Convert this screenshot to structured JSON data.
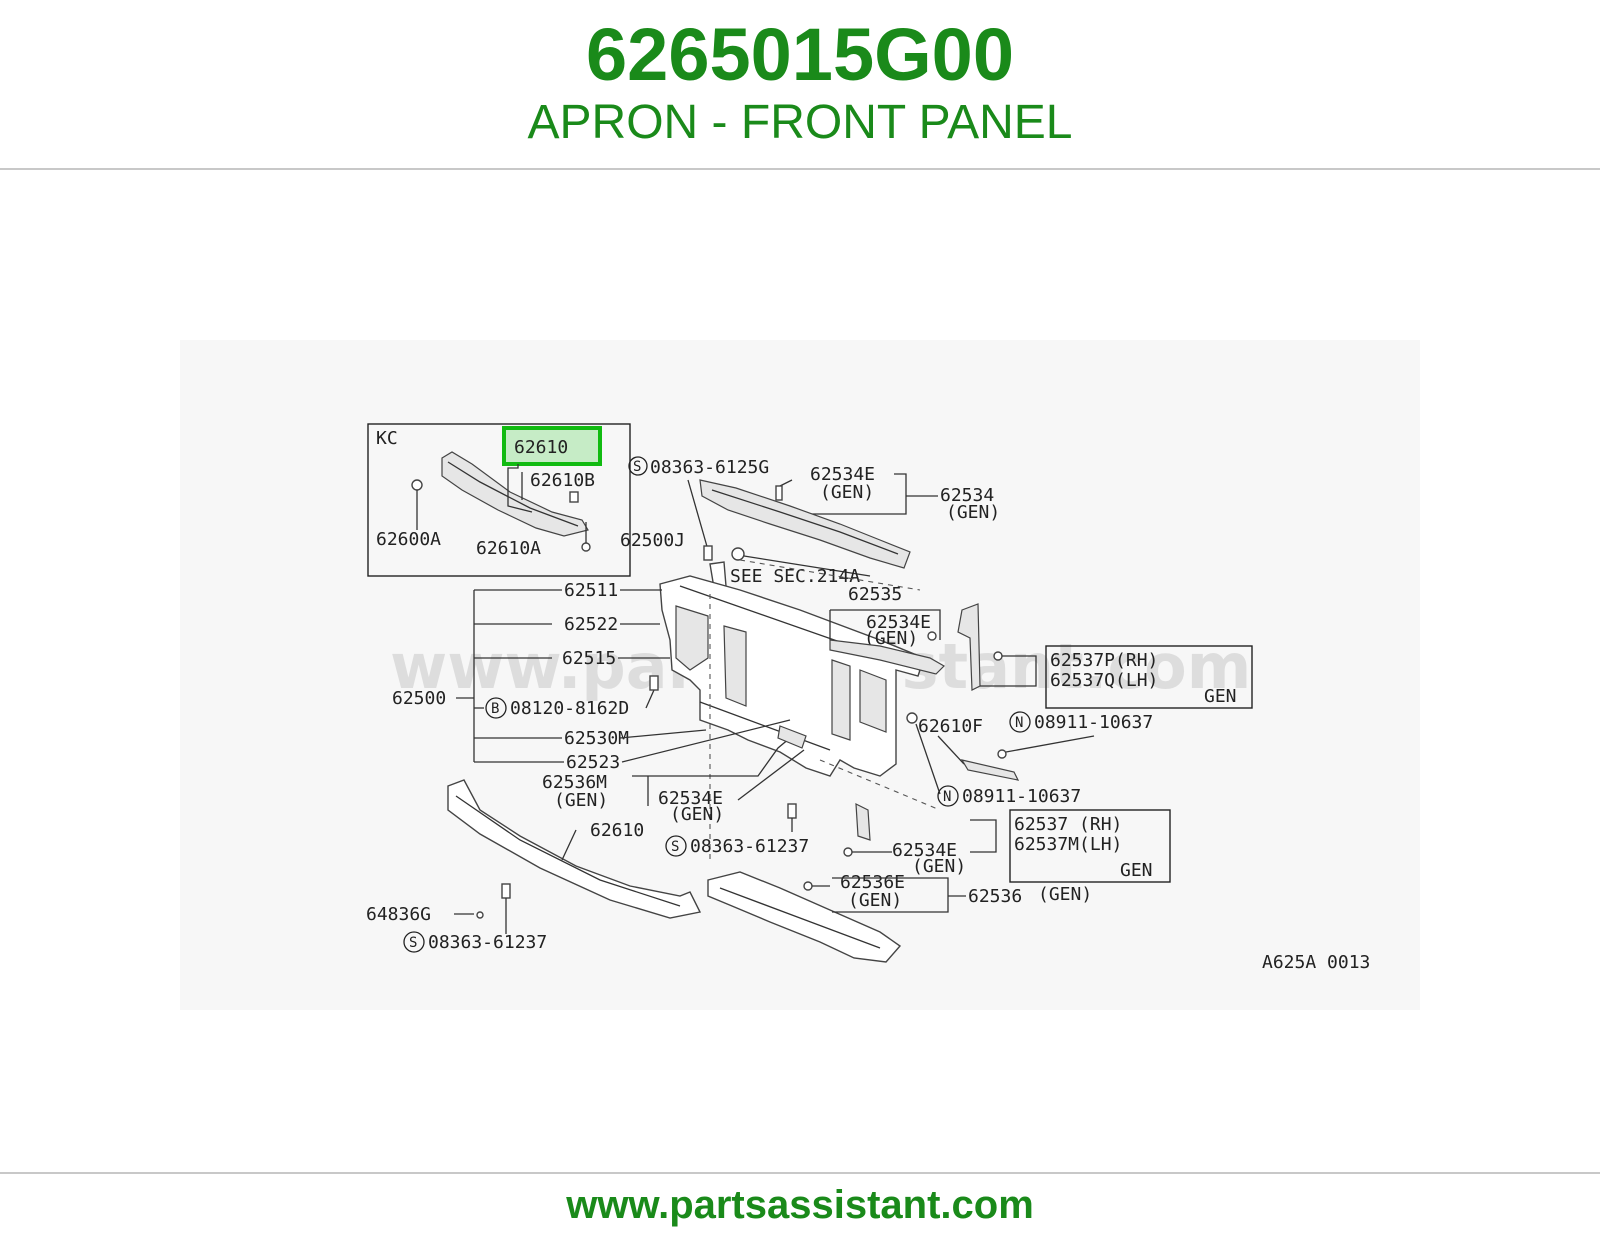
{
  "header": {
    "part_number": "6265015G00",
    "part_name": "APRON - FRONT PANEL"
  },
  "footer": {
    "site": "www.partsassistant.com"
  },
  "diagram": {
    "watermark": "www.partsassistant.com",
    "inset_title": "KC",
    "highlighted_part": "62610",
    "diagram_code": "A625A 0013",
    "labels": {
      "p62610B": "62610B",
      "p62600A": "62600A",
      "p62610A": "62610A",
      "fastener_s_6125G": "08363-6125G",
      "p62534E_top": "62534E",
      "gen_top": "(GEN)",
      "p62534": "62534",
      "gen_62534": "(GEN)",
      "p62500J": "62500J",
      "see_sec": "SEE SEC.214A",
      "p62511": "62511",
      "p62535": "62535",
      "p62522": "62522",
      "p62534E_mid": "62534E",
      "gen_mid": "(GEN)",
      "p62515": "62515",
      "p62537P": "62537P(RH)",
      "p62537Q": "62537Q(LH)",
      "gen_box1": "GEN",
      "p62500": "62500",
      "fastener_b_8162D": "08120-8162D",
      "p62610F": "62610F",
      "fastener_n_10637_a": "08911-10637",
      "p62530M": "62530M",
      "p62523": "62523",
      "p62536M": "62536M",
      "gen_62536M": "(GEN)",
      "p62534E_low": "62534E",
      "gen_low": "(GEN)",
      "fastener_n_10637_b": "08911-10637",
      "p62610_main": "62610",
      "fastener_s_61237_a": "08363-61237",
      "p62537": "62537 (RH)",
      "p62537M": "62537M(LH)",
      "gen_box2": "GEN",
      "p62534E_bot": "62534E",
      "gen_bot": "(GEN)",
      "p62536E": "62536E",
      "gen_62536E": "(GEN)",
      "p62536": "62536",
      "gen_62536": "(GEN)",
      "p64836G": "64836G",
      "fastener_s_61237_b": "08363-61237"
    },
    "symbols": {
      "s": "S",
      "b": "B",
      "n": "N"
    }
  }
}
